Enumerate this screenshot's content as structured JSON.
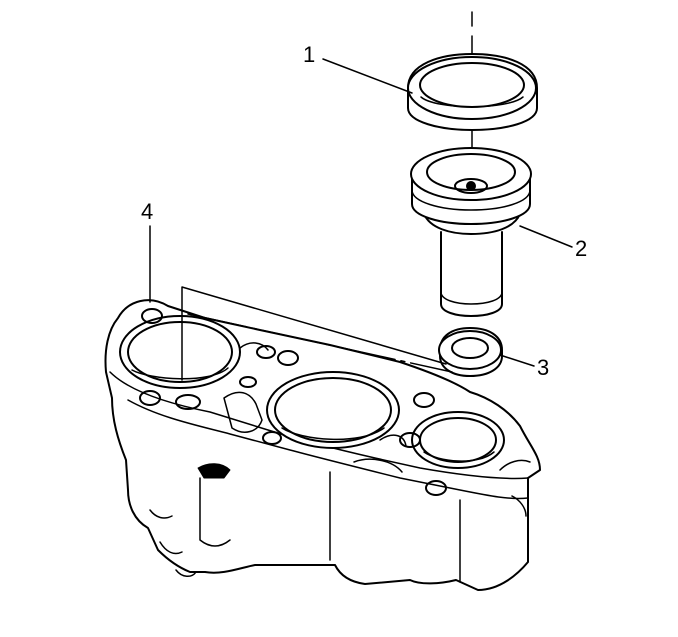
{
  "callouts": {
    "c1": "1",
    "c2": "2",
    "c3": "3",
    "c4": "4"
  },
  "colors": {
    "stroke": "#000000",
    "fill": "#ffffff"
  }
}
